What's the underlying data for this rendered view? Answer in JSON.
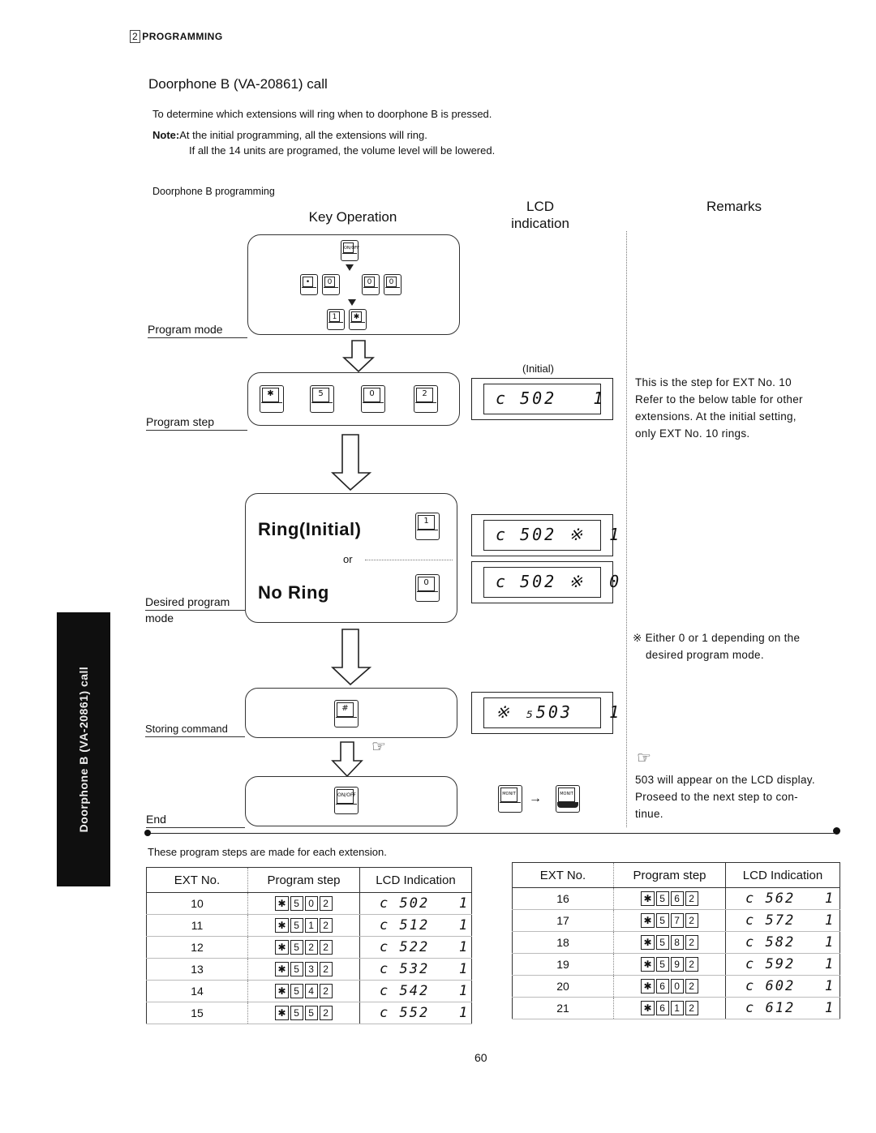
{
  "header": {
    "section_num": "2",
    "section_label": "PROGRAMMING"
  },
  "title": "Doorphone B (VA-20861) call",
  "intro": "To determine which extensions will ring when to doorphone B is pressed.",
  "note_label": "Note:",
  "note_line1": "At the initial programming, all the extensions will ring.",
  "note_line2": "If all the 14 units are programed, the volume level will be lowered.",
  "diagram_title": "Doorphone B programming",
  "columns": {
    "key_operation": "Key Operation",
    "lcd_line1": "LCD",
    "lcd_line2": "indication",
    "remarks": "Remarks"
  },
  "steps": {
    "program_mode": "Program mode",
    "program_step": "Program step",
    "desired_mode_line1": "Desired program",
    "desired_mode_line2": "mode",
    "storing_command": "Storing command",
    "end": "End"
  },
  "keys": {
    "mode_top": "ON/OFF",
    "mode_row1": [
      "•",
      "0",
      "0",
      "0"
    ],
    "mode_row3": [
      "1",
      "✱"
    ],
    "program_step": [
      "✱",
      "5",
      "0",
      "2"
    ],
    "ring_key": "1",
    "no_ring_key": "0",
    "store_key": "#",
    "end_key": "ON/OFF",
    "monitor_left": "MONIT",
    "monitor_right": "MONIT"
  },
  "options": {
    "ring": "Ring(Initial)",
    "or": "or",
    "no_ring": "No Ring"
  },
  "lcd": {
    "initial_label": "(Initial)",
    "initial": "c 502   1",
    "ring": "c 502 ※  1",
    "no_ring": "c 502 ※  0",
    "store": "※ ₅503   1"
  },
  "remarks": {
    "step_lines": [
      "This is the step for EXT No. 10",
      "Refer to the below table for other",
      "extensions. At the initial setting,",
      "only EXT No. 10 rings."
    ],
    "either_lines": [
      "※ Either 0 or 1 depending on the",
      "desired program mode."
    ],
    "pointer": "☞",
    "end_lines": [
      "503 will appear on the LCD display.",
      "Proseed to the next step to con-",
      "tinue."
    ]
  },
  "table_note": "These program steps are made for each extension.",
  "table_headers": {
    "ext": "EXT No.",
    "step": "Program step",
    "lcd": "LCD Indication"
  },
  "table_left": [
    {
      "ext": "10",
      "step": [
        "✱",
        "5",
        "0",
        "2"
      ],
      "lcd": "c 502   1"
    },
    {
      "ext": "11",
      "step": [
        "✱",
        "5",
        "1",
        "2"
      ],
      "lcd": "c 512   1"
    },
    {
      "ext": "12",
      "step": [
        "✱",
        "5",
        "2",
        "2"
      ],
      "lcd": "c 522   1"
    },
    {
      "ext": "13",
      "step": [
        "✱",
        "5",
        "3",
        "2"
      ],
      "lcd": "c 532   1"
    },
    {
      "ext": "14",
      "step": [
        "✱",
        "5",
        "4",
        "2"
      ],
      "lcd": "c 542   1"
    },
    {
      "ext": "15",
      "step": [
        "✱",
        "5",
        "5",
        "2"
      ],
      "lcd": "c 552   1"
    }
  ],
  "table_right": [
    {
      "ext": "16",
      "step": [
        "✱",
        "5",
        "6",
        "2"
      ],
      "lcd": "c 562   1"
    },
    {
      "ext": "17",
      "step": [
        "✱",
        "5",
        "7",
        "2"
      ],
      "lcd": "c 572   1"
    },
    {
      "ext": "18",
      "step": [
        "✱",
        "5",
        "8",
        "2"
      ],
      "lcd": "c 582   1"
    },
    {
      "ext": "19",
      "step": [
        "✱",
        "5",
        "9",
        "2"
      ],
      "lcd": "c 592   1"
    },
    {
      "ext": "20",
      "step": [
        "✱",
        "6",
        "0",
        "2"
      ],
      "lcd": "c 602   1"
    },
    {
      "ext": "21",
      "step": [
        "✱",
        "6",
        "1",
        "2"
      ],
      "lcd": "c 612   1"
    }
  ],
  "side_tab": "Doorphone B (VA-20861) call",
  "page_number": "60"
}
